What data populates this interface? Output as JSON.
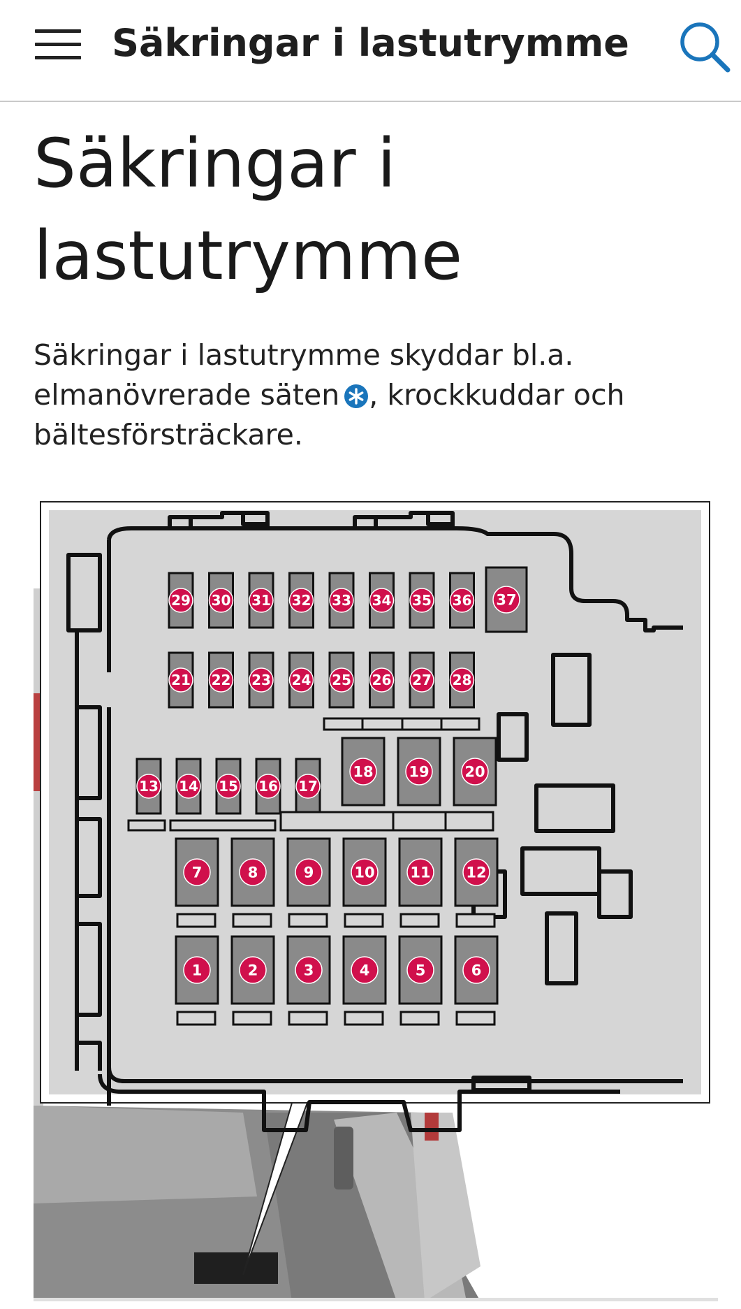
{
  "header": {
    "title": "Säkringar i lastutrymme",
    "menu_icon": "hamburger-menu-icon",
    "search_icon": "search-icon"
  },
  "page": {
    "title": "Säkringar i lastutrymme",
    "intro_part1": "Säkringar i lastutrymme skyddar bl.a. elmanövrerade säten",
    "intro_part2": ", krockkuddar och bältesförsträckare.",
    "info_icon": "asterisk-info-icon"
  },
  "colors": {
    "accent_blue": "#1a75bb",
    "fuse_marker": "#d0104c",
    "panel_grey": "#d6d6d6"
  },
  "fuse_diagram": {
    "row_top": [
      "29",
      "30",
      "31",
      "32",
      "33",
      "34",
      "35",
      "36",
      "37"
    ],
    "row_second": [
      "21",
      "22",
      "23",
      "24",
      "25",
      "26",
      "27",
      "28"
    ],
    "row_small": [
      "13",
      "14",
      "15",
      "16",
      "17"
    ],
    "row_large": [
      "18",
      "19",
      "20"
    ],
    "row_upper_main": [
      "7",
      "8",
      "9",
      "10",
      "11",
      "12"
    ],
    "row_lower_main": [
      "1",
      "2",
      "3",
      "4",
      "5",
      "6"
    ]
  }
}
